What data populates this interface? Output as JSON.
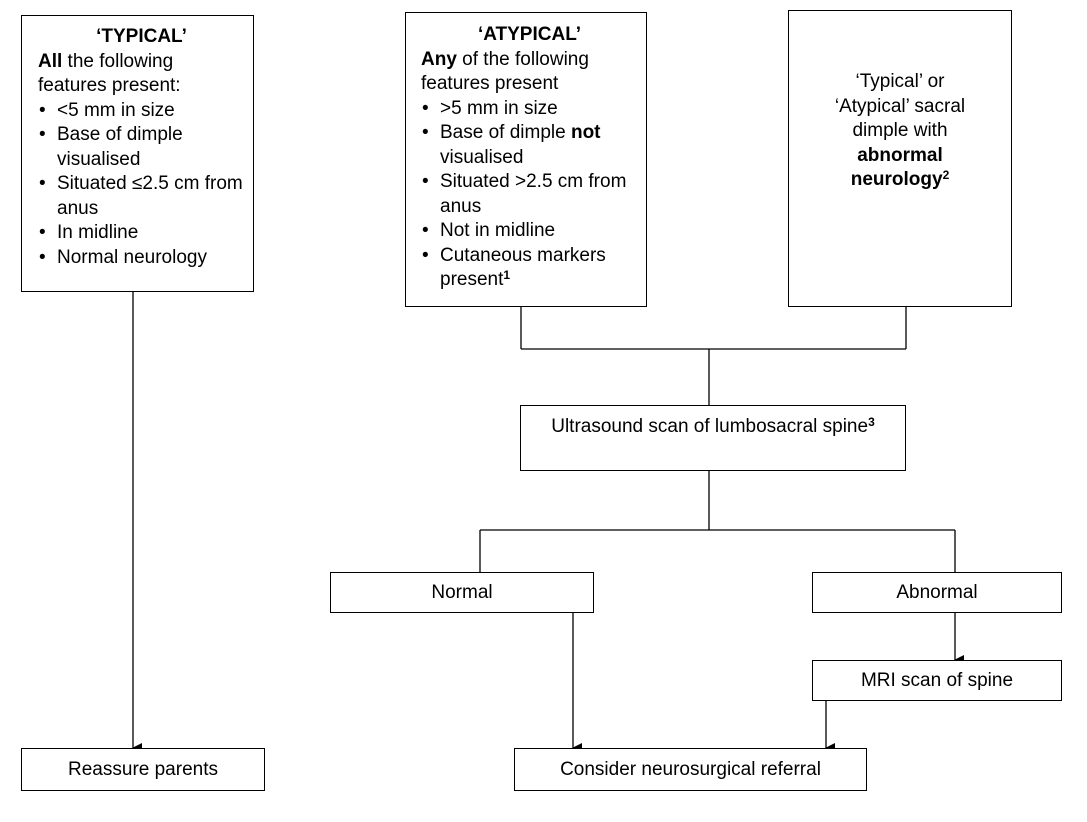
{
  "typical": {
    "title": "‘TYPICAL’",
    "intro_bold": "All",
    "intro_rest": " the following features present:",
    "items": [
      "<5 mm in size",
      "Base of dimple visualised",
      "Situated ≤2.5 cm from anus",
      "In midline",
      "Normal neurology"
    ]
  },
  "atypical": {
    "title": "‘ATYPICAL’",
    "intro_bold": "Any",
    "intro_rest": " of the following features present",
    "items": [
      ">5 mm in size",
      "Base of dimple ",
      "Situated >2.5 cm from anus",
      "Not in midline",
      "Cutaneous markers present"
    ],
    "item2_bold": "not",
    "item2_rest": " visualised",
    "item5_sup": "1"
  },
  "abnormal_neuro": {
    "text_plain": "‘Typical’ or ‘Atypical’ sacral dimple with",
    "text_bold": "abnormal neurology",
    "sup": "2"
  },
  "ultrasound": {
    "label": "Ultrasound scan of lumbosacral spine",
    "sup": "3"
  },
  "normal": {
    "label": "Normal"
  },
  "abnormal": {
    "label": "Abnormal"
  },
  "mri": {
    "label": "MRI scan of spine"
  },
  "reassure": {
    "label": "Reassure parents"
  },
  "referral": {
    "label": "Consider neurosurgical referral"
  }
}
